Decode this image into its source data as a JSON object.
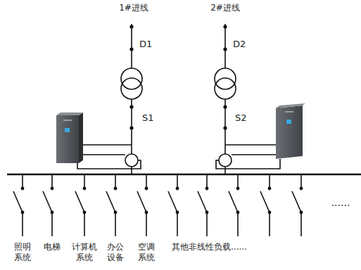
{
  "diagram": {
    "labels": [
      "1#进线",
      "2#进线",
      "D1",
      "D2",
      "S1",
      "S2",
      "照明 系统",
      "电梯",
      "计算机 系统",
      "办公 设备",
      "空调 系统",
      "其他非线性负载......",
      "......"
    ]
  }
}
